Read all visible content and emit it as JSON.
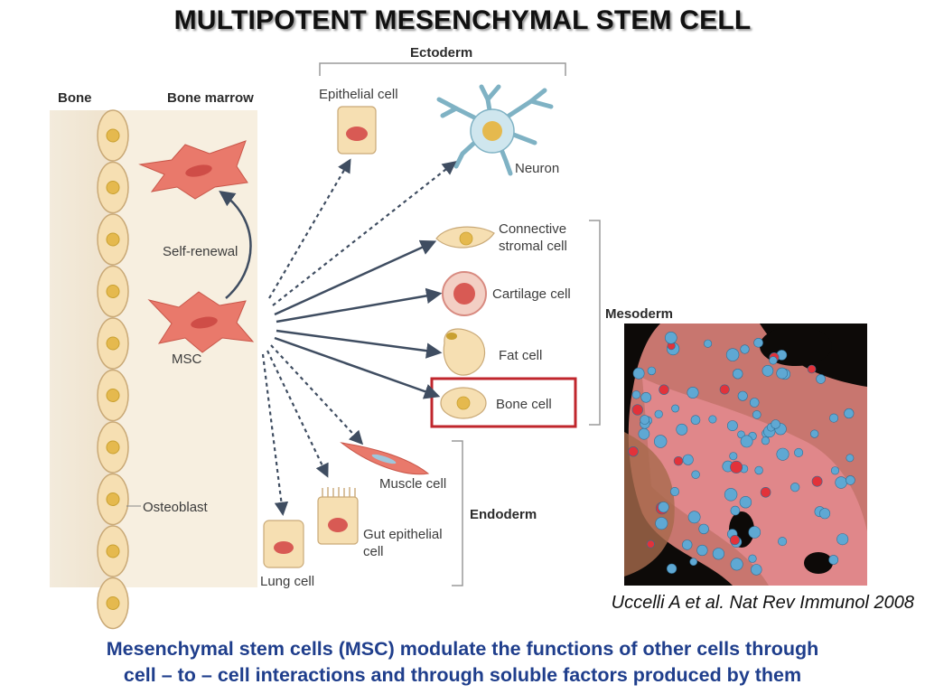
{
  "title": "MULTIPOTENT MESENCHYMAL STEM CELL",
  "diagram": {
    "labels": {
      "bone": "Bone",
      "bone_marrow": "Bone marrow",
      "ectoderm": "Ectoderm",
      "mesoderm": "Mesoderm",
      "endoderm": "Endoderm",
      "self_renewal": "Self-renewal",
      "msc": "MSC",
      "osteoblast": "Osteoblast",
      "epithelial_cell": "Epithelial cell",
      "neuron": "Neuron",
      "connective_line1": "Connective",
      "connective_line2": "stromal cell",
      "cartilage_cell": "Cartilage cell",
      "fat_cell": "Fat cell",
      "bone_cell": "Bone cell",
      "muscle_cell": "Muscle cell",
      "gut_line1": "Gut epithelial",
      "gut_line2": "cell",
      "lung_cell": "Lung cell"
    },
    "colors": {
      "msc_fill": "#e9796b",
      "cell_fill": "#f6dfb2",
      "nucleus_red": "#d85a54",
      "nucleus_gold": "#e5b94e",
      "neuron_fill": "#cfe6ee",
      "highlight_box": "#c0262c",
      "arrow": "#3f4d61",
      "caption": "#1f3e8c"
    }
  },
  "micrograph": {
    "icon": "bone-marrow-micrograph-image"
  },
  "citation": "Uccelli A et al. Nat Rev Immunol 2008",
  "caption": {
    "line1": "Mesenchymal stem cells (MSC) modulate the functions of other cells through",
    "line2": "cell – to – cell interactions and through soluble factors produced by them"
  }
}
